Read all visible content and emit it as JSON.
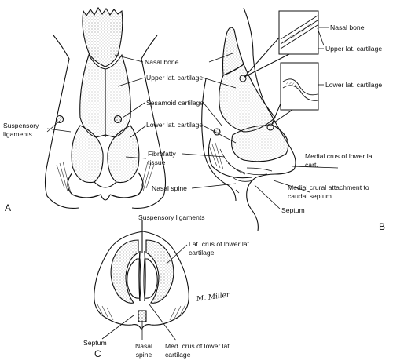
{
  "panels": {
    "a": "A",
    "b": "B",
    "c": "C"
  },
  "labels_a": {
    "nasal_bone": "Nasal bone",
    "upper_lat": "Upper lat. cartilage",
    "sesamoid": "Sesamoid cartilage",
    "suspensory": "Suspensory ligaments",
    "lower_lat": "Lower lat. cartilage",
    "fibrofatty": "Fibrofatty tissue",
    "nasal_spine": "Nasal spine"
  },
  "labels_b": {
    "nasal_bone": "Nasal bone",
    "upper_lat": "Upper lat. cartilage",
    "lower_lat": "Lower lat. cartilage",
    "medial_crus": "Medial crus of lower lat. cart.",
    "medial_crural": "Medial crural attachment to caudal septum",
    "septum": "Septum"
  },
  "labels_c": {
    "suspensory": "Suspensory ligaments",
    "lat_crus": "Lat. crus of lower lat. cartilage",
    "septum": "Septum",
    "nasal_spine": "Nasal spine",
    "med_crus": "Med. crus of lower lat. cartilage"
  },
  "signature": "M. Miller"
}
